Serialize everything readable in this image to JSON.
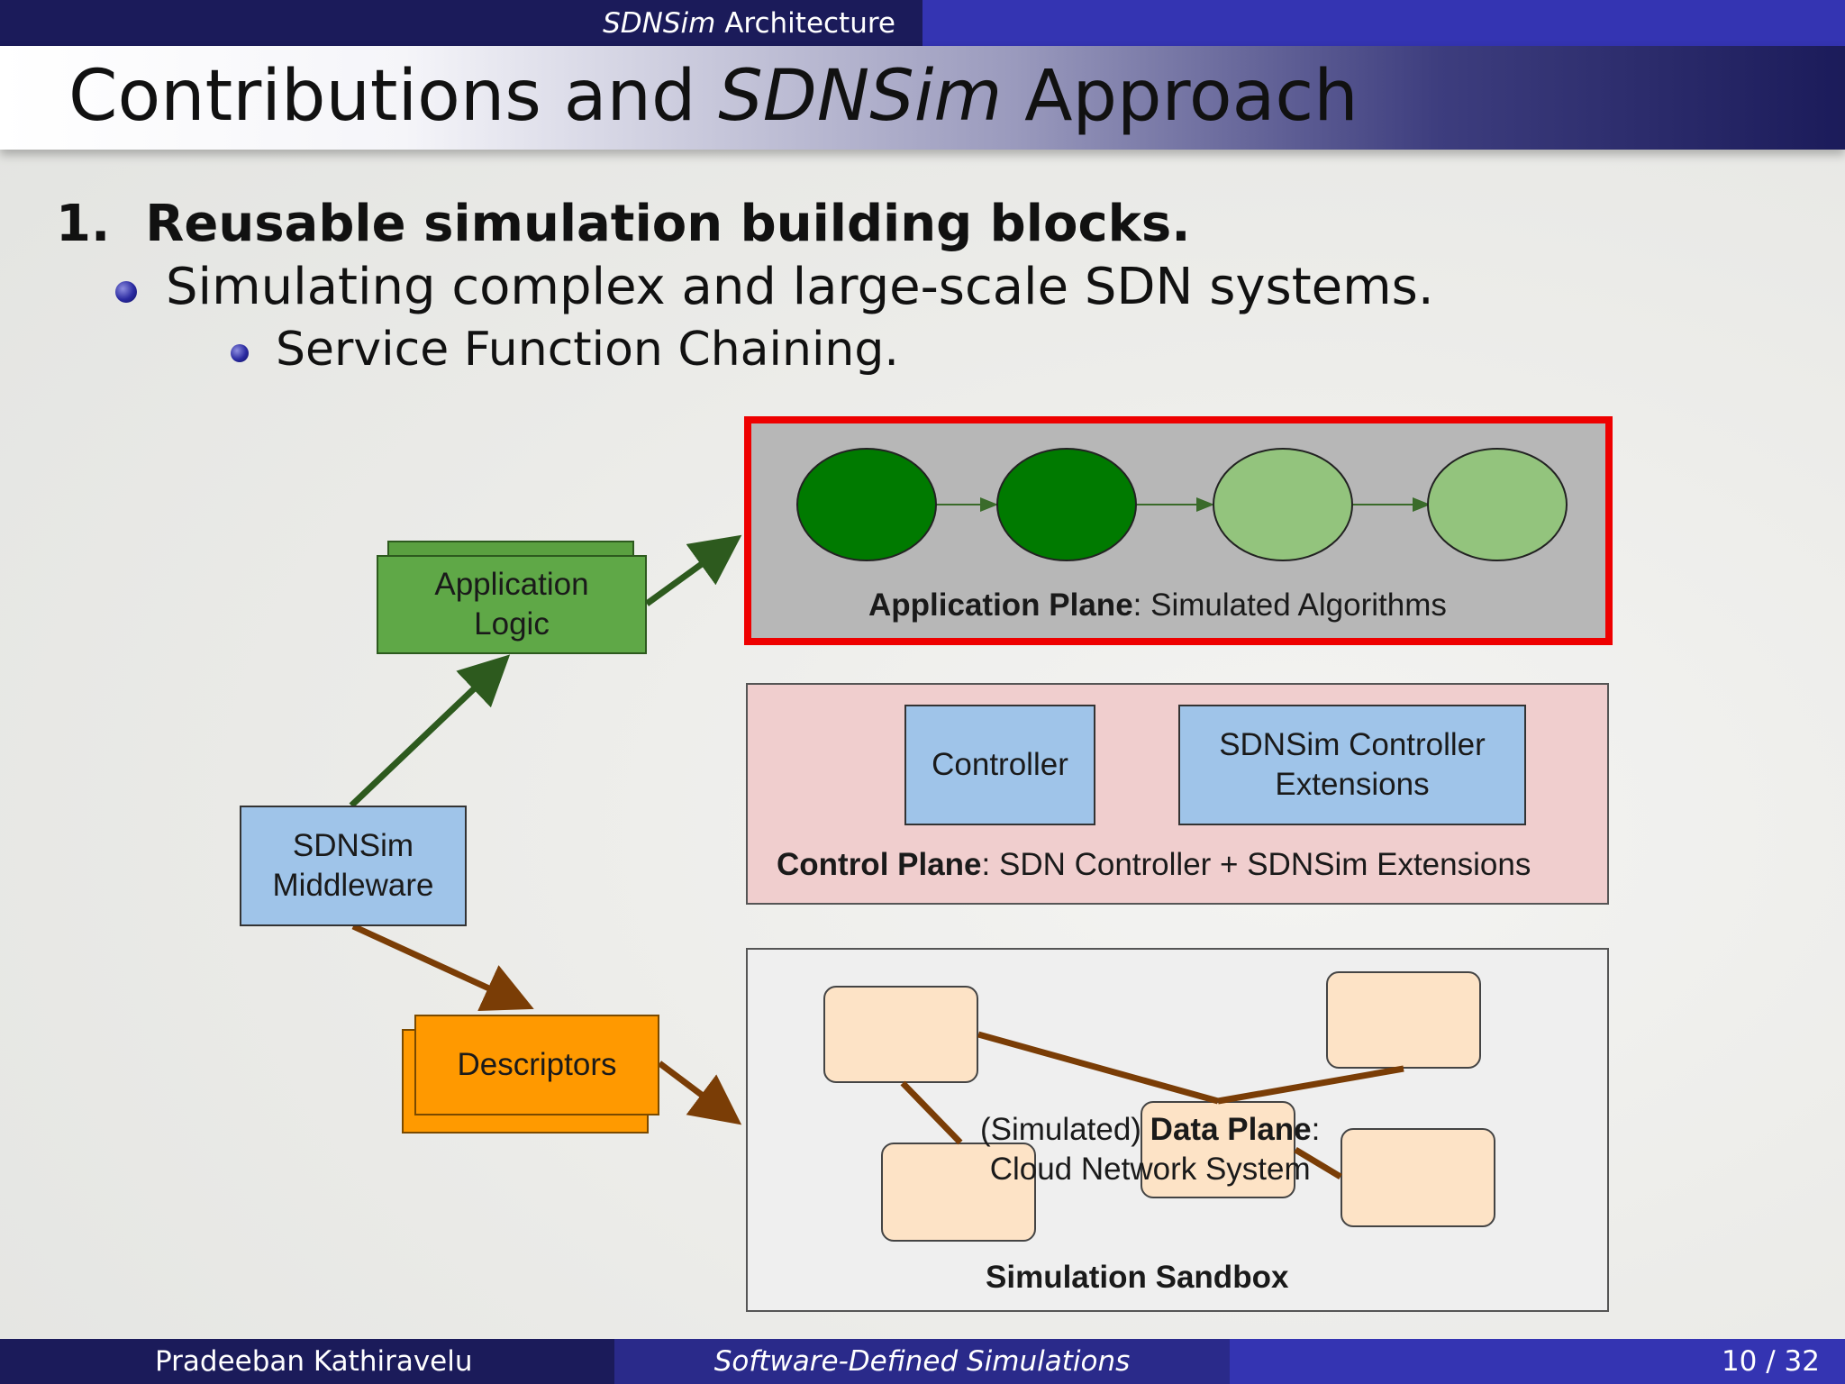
{
  "header": {
    "section_italic": "SDNSim",
    "section_rest": " Architecture",
    "title_part1": "Contributions and ",
    "title_italic": "SDNSim",
    "title_part2": " Approach"
  },
  "content": {
    "heading": "1.  Reusable simulation building blocks.",
    "bullet1": "Simulating complex and large-scale SDN systems.",
    "bullet2": "Service Function Chaining."
  },
  "diagram": {
    "application_logic": [
      "Application",
      "Logic"
    ],
    "middleware": [
      "SDNSim",
      "Middleware"
    ],
    "descriptors": "Descriptors",
    "application_plane": {
      "bold": "Application Plane",
      "rest": ": Simulated Algorithms"
    },
    "controller": "Controller",
    "controller_extensions": [
      "SDNSim Controller",
      "Extensions"
    ],
    "control_plane": {
      "bold": "Control Plane",
      "rest": ": SDN Controller + SDNSim Extensions"
    },
    "data_plane": {
      "prefix": "(Simulated) ",
      "bold": "Data Plane",
      "suffix": ":",
      "line2": "Cloud Network System"
    },
    "sandbox": "Simulation Sandbox",
    "function_nodes": [
      {
        "state": "active",
        "color": "#007a00"
      },
      {
        "state": "active",
        "color": "#007a00"
      },
      {
        "state": "inactive",
        "color": "#93c47d"
      },
      {
        "state": "inactive",
        "color": "#93c47d"
      }
    ],
    "colors": {
      "highlight_border": "#ee0000",
      "green_arrow": "#2d5a1e",
      "brown_arrow": "#7a3d06"
    }
  },
  "footer": {
    "author": "Pradeeban Kathiravelu",
    "talk_title": "Software-Defined Simulations",
    "page": "10 / 32"
  }
}
